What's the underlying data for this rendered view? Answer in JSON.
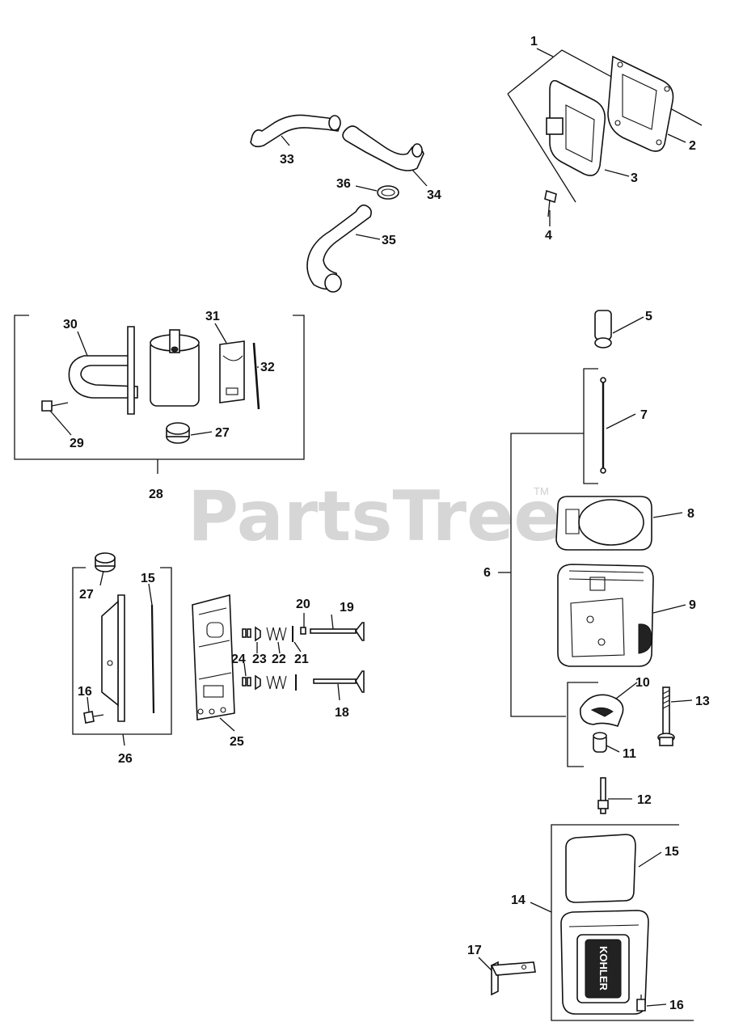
{
  "watermark": {
    "text": "PartsTree",
    "trademark": "TM"
  },
  "parts": [
    {
      "id": "p1",
      "label": "1"
    },
    {
      "id": "p2",
      "label": "2"
    },
    {
      "id": "p3",
      "label": "3"
    },
    {
      "id": "p4",
      "label": "4"
    },
    {
      "id": "p5",
      "label": "5"
    },
    {
      "id": "p6",
      "label": "6"
    },
    {
      "id": "p7",
      "label": "7"
    },
    {
      "id": "p8",
      "label": "8"
    },
    {
      "id": "p9",
      "label": "9"
    },
    {
      "id": "p10",
      "label": "10"
    },
    {
      "id": "p11",
      "label": "11"
    },
    {
      "id": "p12",
      "label": "12"
    },
    {
      "id": "p13",
      "label": "13"
    },
    {
      "id": "p14",
      "label": "14"
    },
    {
      "id": "p15a",
      "label": "15"
    },
    {
      "id": "p15b",
      "label": "15"
    },
    {
      "id": "p16a",
      "label": "16"
    },
    {
      "id": "p16b",
      "label": "16"
    },
    {
      "id": "p17",
      "label": "17"
    },
    {
      "id": "p18",
      "label": "18"
    },
    {
      "id": "p19",
      "label": "19"
    },
    {
      "id": "p20",
      "label": "20"
    },
    {
      "id": "p21",
      "label": "21"
    },
    {
      "id": "p22",
      "label": "22"
    },
    {
      "id": "p23",
      "label": "23"
    },
    {
      "id": "p24",
      "label": "24"
    },
    {
      "id": "p25",
      "label": "25"
    },
    {
      "id": "p26",
      "label": "26"
    },
    {
      "id": "p27a",
      "label": "27"
    },
    {
      "id": "p27b",
      "label": "27"
    },
    {
      "id": "p28",
      "label": "28"
    },
    {
      "id": "p29",
      "label": "29"
    },
    {
      "id": "p30",
      "label": "30"
    },
    {
      "id": "p31",
      "label": "31"
    },
    {
      "id": "p32",
      "label": "32"
    },
    {
      "id": "p33",
      "label": "33"
    },
    {
      "id": "p34",
      "label": "34"
    },
    {
      "id": "p35",
      "label": "35"
    },
    {
      "id": "p36",
      "label": "36"
    }
  ],
  "valve_cover_logo": "KOHLER"
}
